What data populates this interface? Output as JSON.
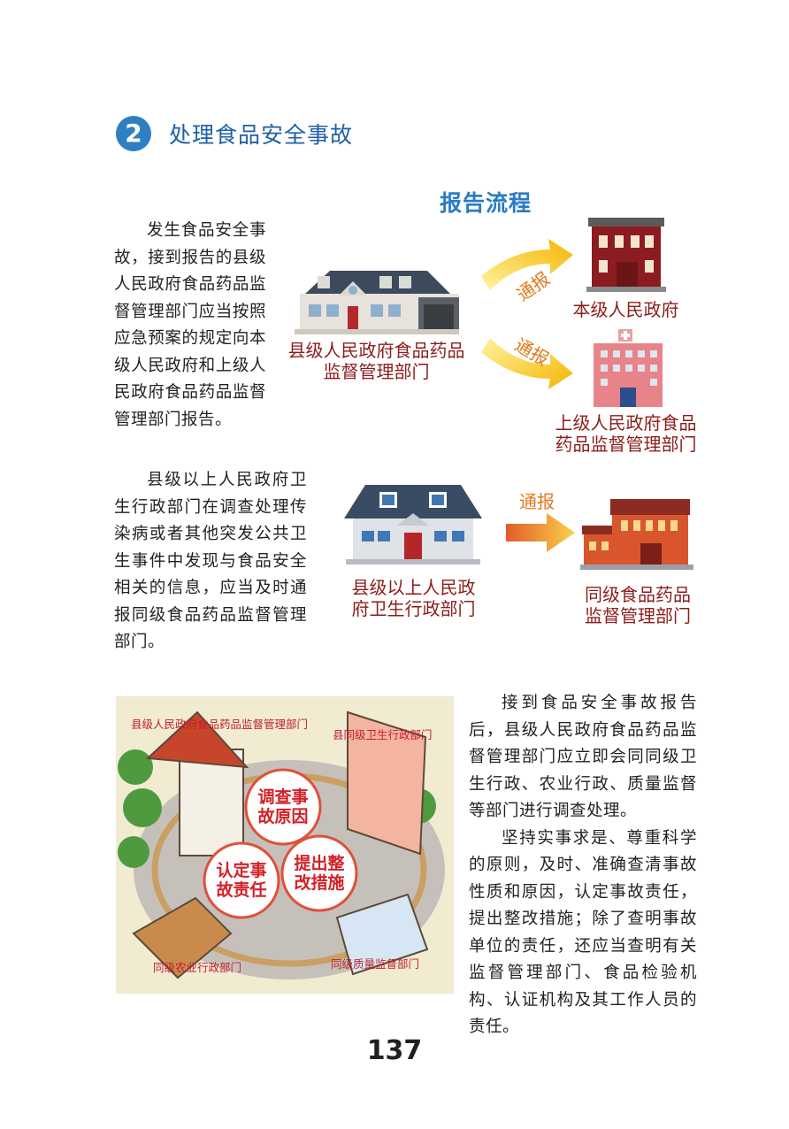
{
  "section": {
    "number": "2",
    "title": "处理食品安全事故"
  },
  "flow_title": "报告流程",
  "para1": "发生食品安全事故，接到报告的县级人民政府食品药品监督管理部门应当按照应急预案的规定向本级人民政府和上级人民政府食品药品监督管理部门报告。",
  "flow1": {
    "source": [
      "县级人民政府食品药品",
      "监督管理部门"
    ],
    "arrow_label": "通报",
    "target1": "本级人民政府",
    "target2": [
      "上级人民政府食品",
      "药品监督管理部门"
    ]
  },
  "para2": "县级以上人民政府卫生行政部门在调查处理传染病或者其他突发公共卫生事件中发现与食品安全相关的信息，应当及时通报同级食品药品监督管理部门。",
  "flow2": {
    "source": [
      "县级以上人民政",
      "府卫生行政部门"
    ],
    "arrow_label": "通报",
    "target": [
      "同级食品药品",
      "监督管理部门"
    ]
  },
  "illustration": {
    "label_top_left": "县级人民政府食品药品监督管理部门",
    "label_top_right": "县同级卫生行政部门",
    "label_bottom_left": "同级农业行政部门",
    "label_bottom_right": "同级质量监督部门",
    "circle1": [
      "调查事",
      "故原因"
    ],
    "circle2": [
      "认定事",
      "故责任"
    ],
    "circle3": [
      "提出整",
      "改措施"
    ]
  },
  "para3": "接到食品安全事故报告后，县级人民政府食品药品监督管理部门应立即会同同级卫生行政、农业行政、质量监督等部门进行调查处理。",
  "para4": "坚持实事求是、尊重科学的原则，及时、准确查清事故性质和原因，认定事故责任，提出整改措施；除了查明事故单位的责任，还应当查明有关监督管理部门、食品检验机构、认证机构及其工作人员的责任。",
  "page_number": "137"
}
